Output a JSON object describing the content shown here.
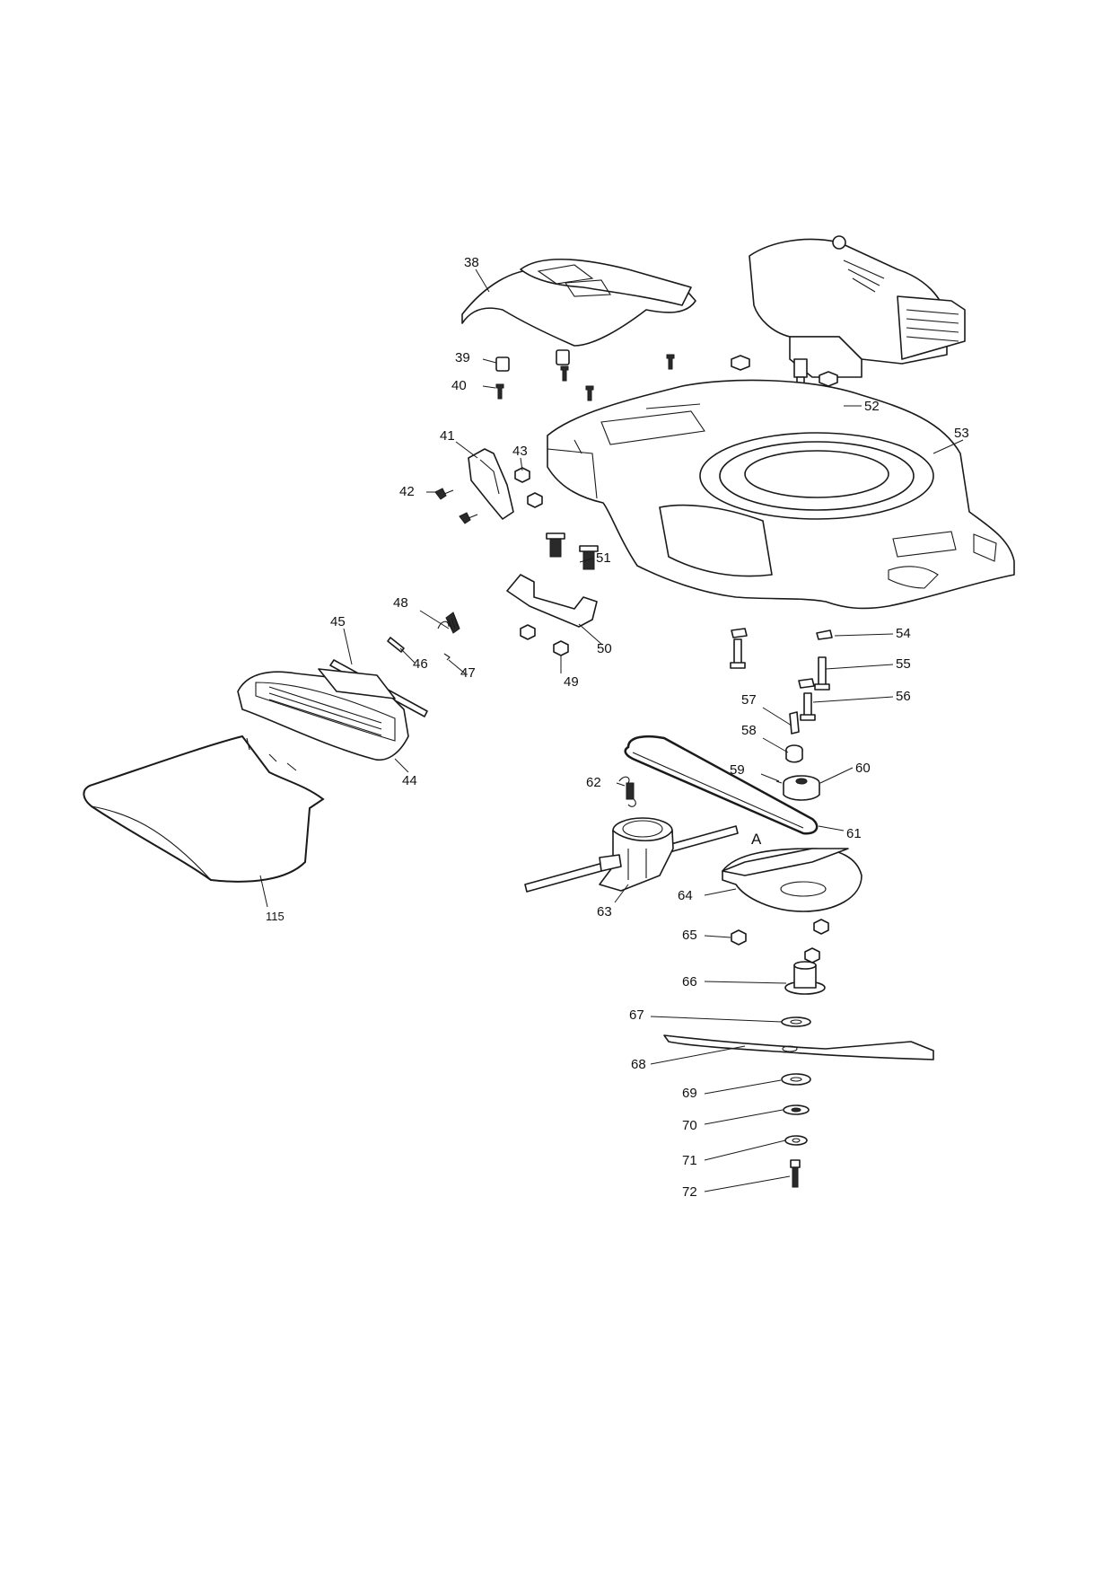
{
  "callouts": {
    "c38": "38",
    "c39": "39",
    "c40": "40",
    "c41": "41",
    "c42": "42",
    "c43": "43",
    "c44": "44",
    "c45": "45",
    "c46": "46",
    "c47": "47",
    "c48": "48",
    "c49": "49",
    "c50": "50",
    "c51": "51",
    "c52": "52",
    "c53": "53",
    "c54": "54",
    "c55": "55",
    "c56": "56",
    "c57": "57",
    "c58": "58",
    "c59": "59",
    "c60": "60",
    "c61": "61",
    "c62": "62",
    "c63": "63",
    "c64": "64",
    "c65": "65",
    "c66": "66",
    "c67": "67",
    "c68": "68",
    "c69": "69",
    "c70": "70",
    "c71": "71",
    "c72": "72",
    "c115": "115",
    "cA": "A"
  }
}
